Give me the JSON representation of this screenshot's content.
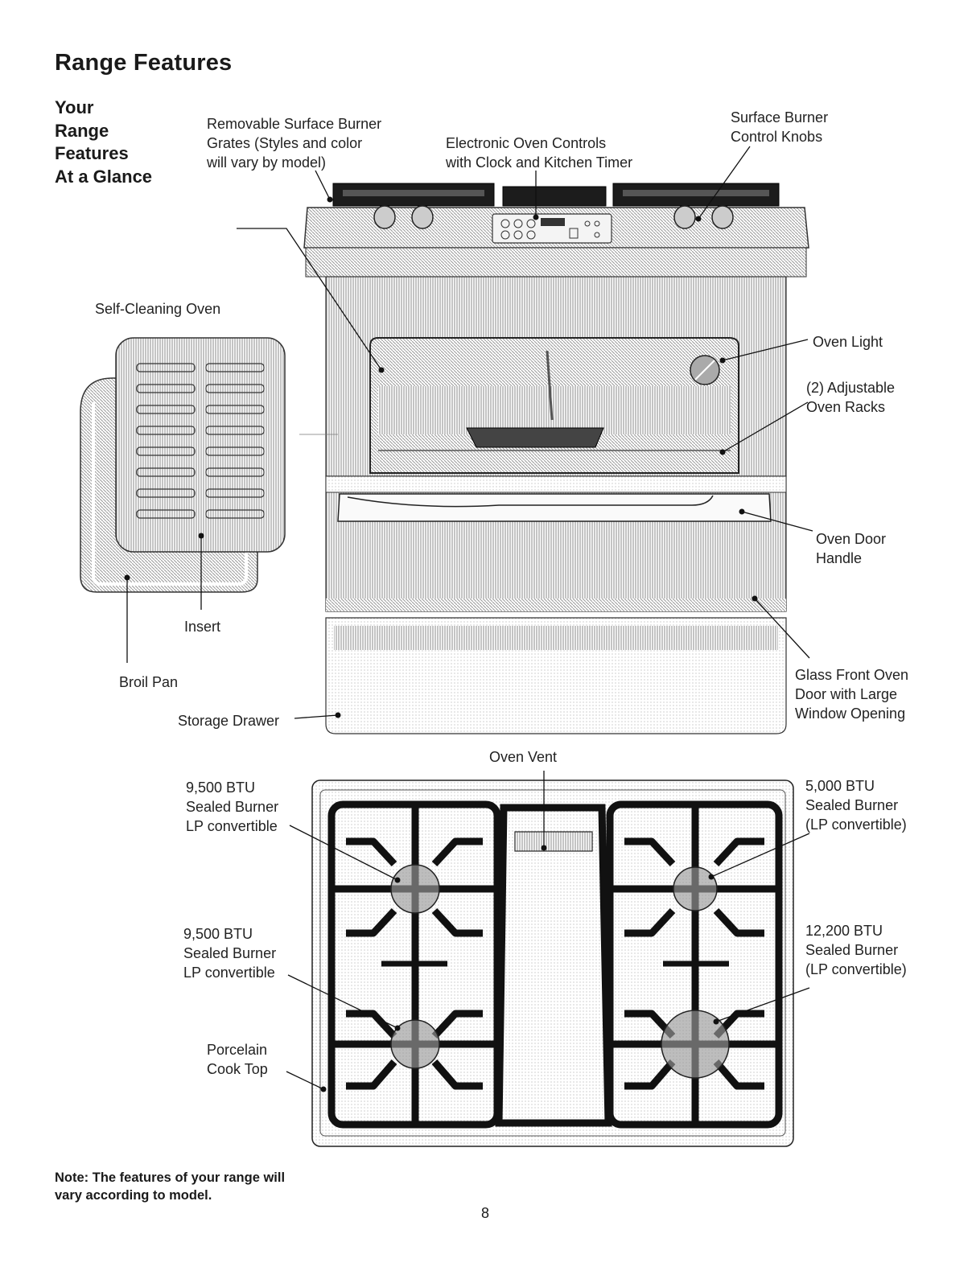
{
  "page": {
    "title": "Range Features",
    "side_heading": [
      "Your",
      "Range",
      "Features",
      "At a Glance"
    ],
    "note": [
      "Note: The features of your range will",
      "vary according to model."
    ],
    "page_number": "8"
  },
  "range_front_labels": {
    "grates": [
      "Removable Surface Burner",
      "Grates (Styles and color",
      "will vary by model)"
    ],
    "controls": [
      "Electronic Oven Controls",
      "with Clock and Kitchen Timer"
    ],
    "knobs": [
      "Surface Burner",
      "Control Knobs"
    ],
    "self_cleaning": "Self-Cleaning Oven",
    "oven_light": "Oven Light",
    "racks": [
      "(2) Adjustable",
      "Oven Racks"
    ],
    "door_handle": [
      "Oven Door",
      "Handle"
    ],
    "insert": "Insert",
    "broil_pan": "Broil Pan",
    "glass_door": [
      "Glass Front Oven",
      "Door with Large",
      "Window Opening"
    ],
    "storage_drawer": "Storage Drawer"
  },
  "cooktop_labels": {
    "oven_vent": "Oven Vent",
    "left_rear": [
      "9,500 BTU",
      "Sealed Burner",
      "LP convertible"
    ],
    "right_rear": [
      "5,000 BTU",
      "Sealed Burner",
      "(LP convertible)"
    ],
    "left_front": [
      "9,500 BTU",
      "Sealed Burner",
      "LP convertible"
    ],
    "right_front": [
      "12,200 BTU",
      "Sealed Burner",
      "(LP convertible)"
    ],
    "cooktop": [
      "Porcelain",
      "Cook Top"
    ]
  }
}
